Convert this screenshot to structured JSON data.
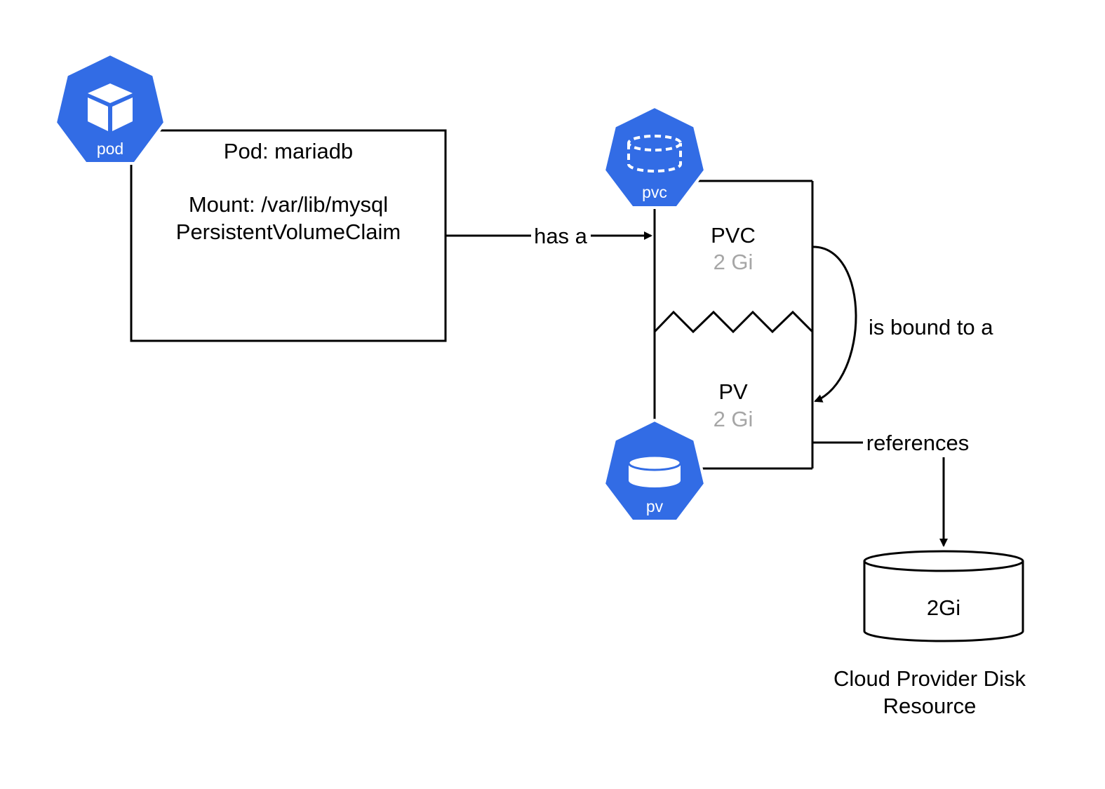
{
  "pod_box": {
    "title": "Pod: mariadb",
    "mount": "Mount: /var/lib/mysql",
    "claim": "PersistentVolumeClaim"
  },
  "pvc_box": {
    "name": "PVC",
    "size": "2 Gi"
  },
  "pv_box": {
    "name": "PV",
    "size": "2 Gi"
  },
  "edges": {
    "has_a": "has a",
    "is_bound_to": "is bound to a",
    "references": "references"
  },
  "disk": {
    "size": "2Gi",
    "caption_line1": "Cloud Provider Disk",
    "caption_line2": "Resource"
  },
  "icons": {
    "pod": {
      "icon": "cube-icon",
      "label": "pod"
    },
    "pvc": {
      "icon": "dashed-cylinder-icon",
      "label": "pvc"
    },
    "pv": {
      "icon": "cylinder-icon",
      "label": "pv"
    }
  },
  "colors": {
    "k8s_blue": "#326ce5",
    "line": "#000000",
    "muted_text": "#a6a6a6"
  }
}
